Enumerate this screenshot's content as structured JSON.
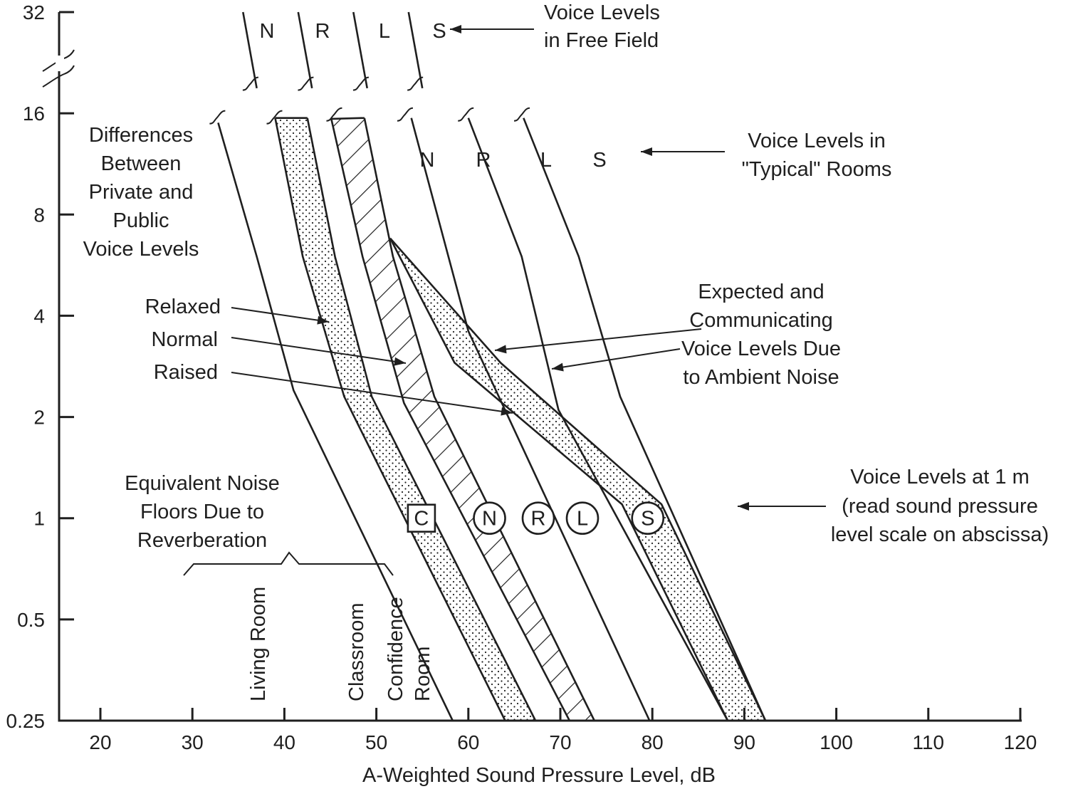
{
  "chart_data": {
    "type": "line",
    "xlabel": "A-Weighted Sound Pressure Level, dB",
    "ylabel": "",
    "xlim": [
      16,
      120
    ],
    "ylim": [
      0.25,
      32
    ],
    "x_scale": "linear",
    "y_scale": "log",
    "grid": false,
    "x_ticks": [
      "20",
      "30",
      "40",
      "50",
      "60",
      "70",
      "80",
      "90",
      "100",
      "110",
      "120"
    ],
    "y_ticks": [
      "0.25",
      "0.5",
      "1",
      "2",
      "4",
      "8",
      "16",
      "32"
    ],
    "series": [
      {
        "name": "",
        "x": [
          32.8,
          37.0,
          41.0,
          58.3
        ],
        "y": [
          15,
          6,
          2.4,
          0.25
        ]
      },
      {
        "name": "Relaxed",
        "x": [
          39.0,
          42.0,
          46.5,
          64.0
        ],
        "y": [
          15.5,
          6,
          2.3,
          0.25
        ]
      },
      {
        "name": "",
        "x": [
          42.5,
          45.5,
          49.5,
          67.3
        ],
        "y": [
          15.5,
          6,
          2.3,
          0.25
        ]
      },
      {
        "name": "Normal",
        "x": [
          45.1,
          48.5,
          53.0,
          71.0
        ],
        "y": [
          15.4,
          6,
          2.2,
          0.25
        ]
      },
      {
        "name": "",
        "x": [
          48.7,
          51.8,
          56.3,
          73.7
        ],
        "y": [
          15.5,
          6,
          2.3,
          0.25
        ]
      },
      {
        "name": "N",
        "x": [
          53.8,
          60.0,
          79.7
        ],
        "y": [
          15.5,
          3.6,
          0.25
        ]
      },
      {
        "name": "R",
        "x": [
          60.0,
          65.8,
          69.8,
          88.2
        ],
        "y": [
          15.5,
          6,
          2.1,
          0.25
        ]
      },
      {
        "name": "L",
        "x": [
          66.0,
          72.0,
          76.5,
          92.3
        ],
        "y": [
          15.5,
          6,
          2.3,
          0.25
        ]
      },
      {
        "name": "Expected",
        "x": [
          51.5,
          58.5,
          76.7,
          88.2
        ],
        "y": [
          6.8,
          2.9,
          1.1,
          0.25
        ]
      },
      {
        "name": "Communicating",
        "x": [
          51.5,
          63.5,
          81.0,
          92.3
        ],
        "y": [
          6.8,
          2.9,
          1.1,
          0.25
        ]
      },
      {
        "name": "N",
        "x": [
          35.5,
          37.0
        ],
        "y": [
          32,
          19
        ]
      },
      {
        "name": "R",
        "x": [
          41.5,
          43.0
        ],
        "y": [
          32,
          19
        ]
      },
      {
        "name": "L",
        "x": [
          47.5,
          49.0
        ],
        "y": [
          32,
          19
        ]
      },
      {
        "name": "S",
        "x": [
          53.5,
          55.0
        ],
        "y": [
          32,
          19
        ]
      }
    ],
    "markers_at_1m": [
      {
        "label": "C",
        "x": 54.9,
        "y": 1,
        "shape": "square"
      },
      {
        "label": "N",
        "x": 62.3,
        "y": 1,
        "shape": "circle"
      },
      {
        "label": "R",
        "x": 67.6,
        "y": 1,
        "shape": "circle"
      },
      {
        "label": "L",
        "x": 72.4,
        "y": 1,
        "shape": "circle"
      },
      {
        "label": "S",
        "x": 79.5,
        "y": 1,
        "shape": "circle"
      }
    ],
    "room_labels": [
      {
        "label": "Living Room",
        "x": 36.5
      },
      {
        "label": "Classroom",
        "x": 46.5
      },
      {
        "label": "Confidence",
        "x": 50.5
      },
      {
        "label": "Room",
        "x": 53.5
      }
    ],
    "annotations": {
      "free_field_letters": [
        "N",
        "R",
        "L",
        "S"
      ],
      "free_field_title_1": "Voice Levels",
      "free_field_title_2": "in Free Field",
      "typical_letters": [
        "N",
        "R",
        "L",
        "S"
      ],
      "typical_title_1": "Voice Levels in",
      "typical_title_2": "\"Typical\" Rooms",
      "diff_1": "Differences",
      "diff_2": "Between",
      "diff_3": "Private and",
      "diff_4": "Public",
      "diff_5": "Voice Levels",
      "relaxed": "Relaxed",
      "normal": "Normal",
      "raised": "Raised",
      "expected_1": "Expected and",
      "expected_2": "Communicating",
      "expected_3": "Voice Levels Due",
      "expected_4": "to Ambient Noise",
      "noise_1": "Equivalent Noise",
      "noise_2": "Floors Due to",
      "noise_3": "Reverberation",
      "at1m_1": "Voice Levels at 1 m",
      "at1m_2": "(read sound pressure",
      "at1m_3": "level scale on abscissa)"
    }
  }
}
